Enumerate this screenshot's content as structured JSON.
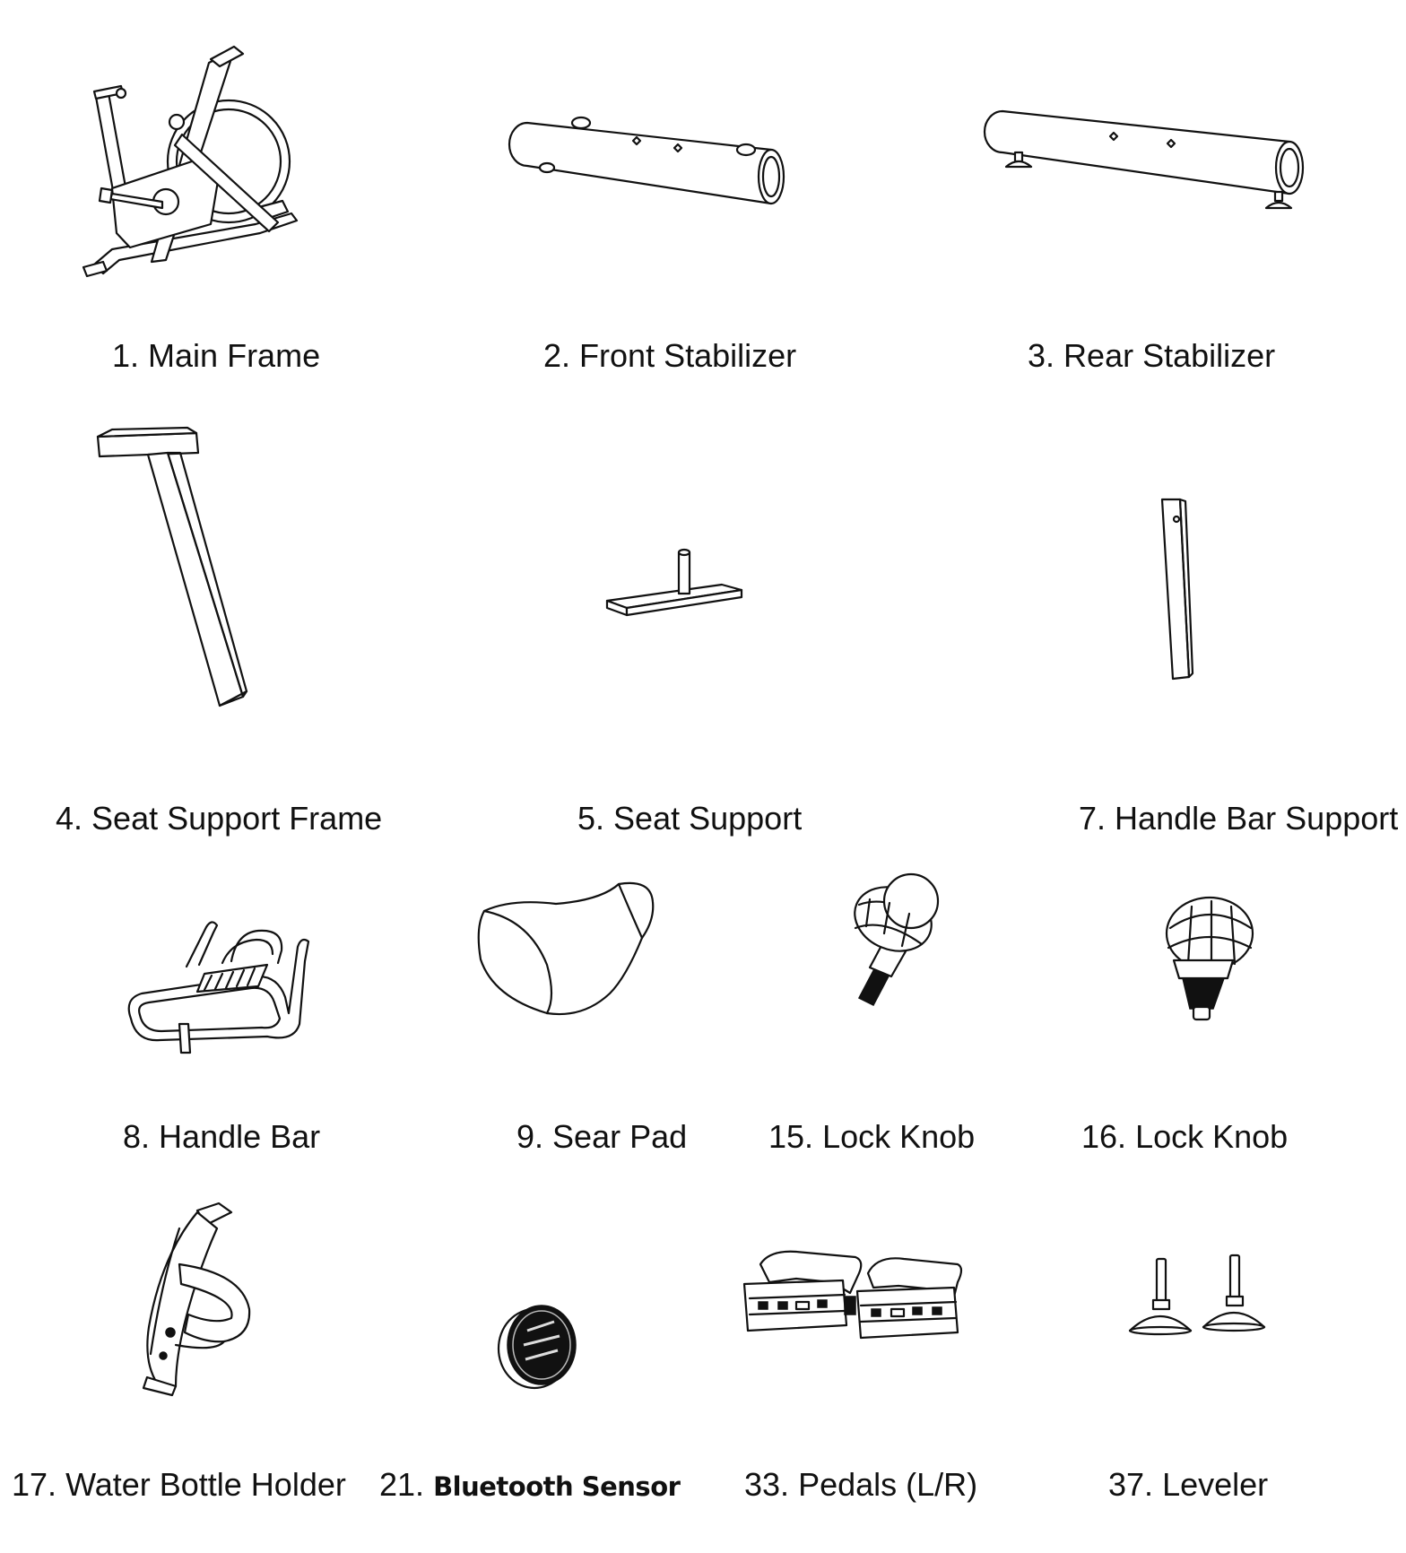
{
  "parts": [
    {
      "number": "1.",
      "name": "Main Frame",
      "icon": "main-frame-icon"
    },
    {
      "number": "2.",
      "name": "Front Stabilizer",
      "icon": "front-stabilizer-icon"
    },
    {
      "number": "3.",
      "name": "Rear Stabilizer",
      "icon": "rear-stabilizer-icon"
    },
    {
      "number": "4.",
      "name": "Seat Support Frame",
      "icon": "seat-support-frame-icon"
    },
    {
      "number": "5.",
      "name": "Seat Support",
      "icon": "seat-support-icon"
    },
    {
      "number": "7.",
      "name": "Handle Bar Support",
      "icon": "handle-bar-support-icon"
    },
    {
      "number": "8.",
      "name": "Handle Bar",
      "icon": "handle-bar-icon"
    },
    {
      "number": "9.",
      "name": "Sear Pad",
      "icon": "seat-pad-icon"
    },
    {
      "number": "15.",
      "name": "Lock Knob",
      "icon": "lock-knob-icon"
    },
    {
      "number": "16.",
      "name": "Lock Knob",
      "icon": "lock-knob-icon"
    },
    {
      "number": "17.",
      "name": "Water Bottle Holder",
      "icon": "water-bottle-holder-icon"
    },
    {
      "number": "21.",
      "name": "Bluetooth Sensor",
      "icon": "bluetooth-sensor-icon"
    },
    {
      "number": "33.",
      "name": "Pedals (L/R)",
      "icon": "pedals-icon"
    },
    {
      "number": "37.",
      "name": "Leveler",
      "icon": "leveler-icon"
    }
  ],
  "colors": {
    "line": "#111111",
    "background": "#ffffff"
  }
}
